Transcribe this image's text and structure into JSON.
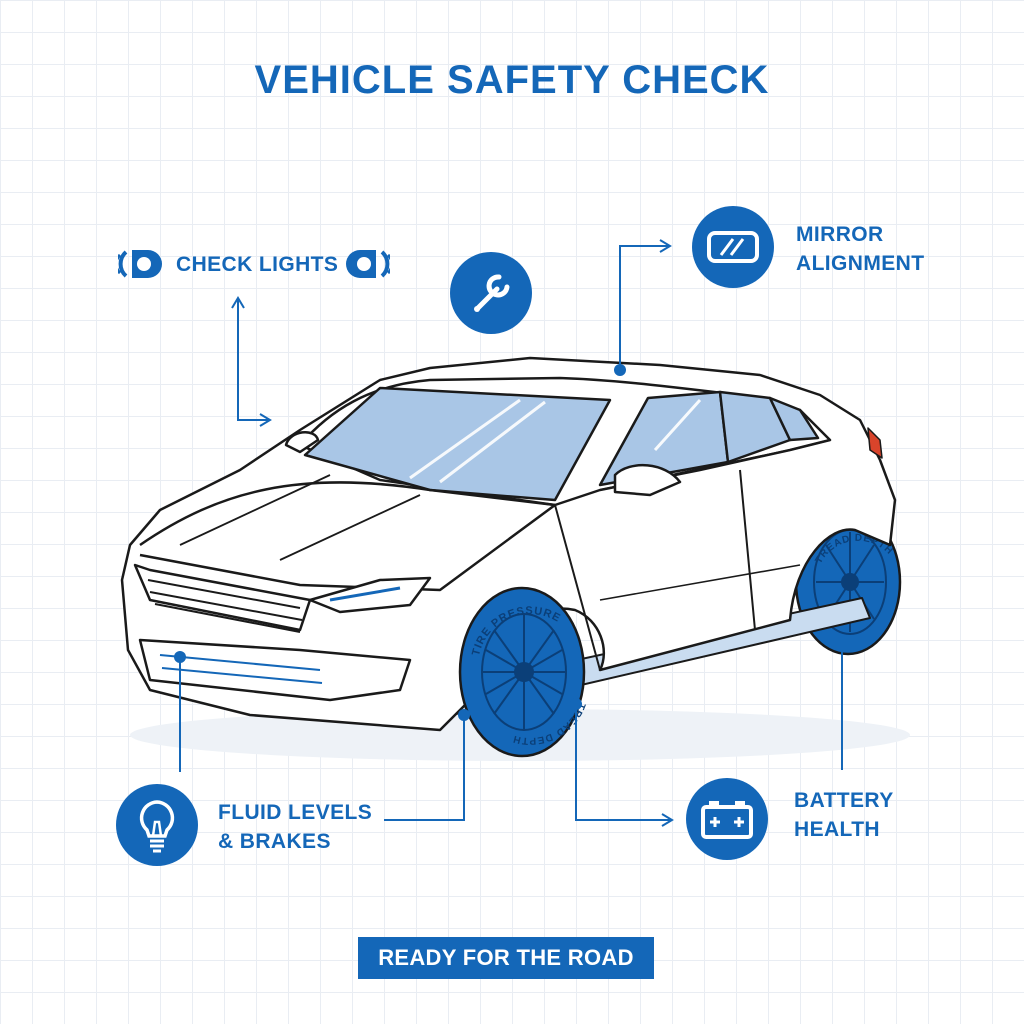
{
  "title": "VEHICLE SAFETY CHECK",
  "callouts": {
    "check_lights": "CHECK LIGHTS",
    "mirror_alignment_line1": "MIRROR",
    "mirror_alignment_line2": "ALIGNMENT",
    "fluid_levels_line1": "FLUID LEVELS",
    "fluid_levels_line2": "& BRAKES",
    "battery_health_line1": "BATTERY",
    "battery_health_line2": "HEALTH"
  },
  "tire_labels": {
    "front": "TIRE PRESSURE",
    "front_lower": "TREAD DEPTH",
    "rear": "TREAD DEPTH"
  },
  "footer": "READY FOR THE ROAD",
  "colors": {
    "accent": "#1467b8",
    "accent_dark": "#0f5aa6",
    "glass": "#a9c6e6",
    "outline": "#1a1a1a",
    "taillight": "#d9442b"
  },
  "icons": {
    "lights": "headlight-icon",
    "tools": "wrench-icon",
    "mirror": "mirror-icon",
    "fluids": "lightbulb-icon",
    "battery": "battery-icon"
  }
}
